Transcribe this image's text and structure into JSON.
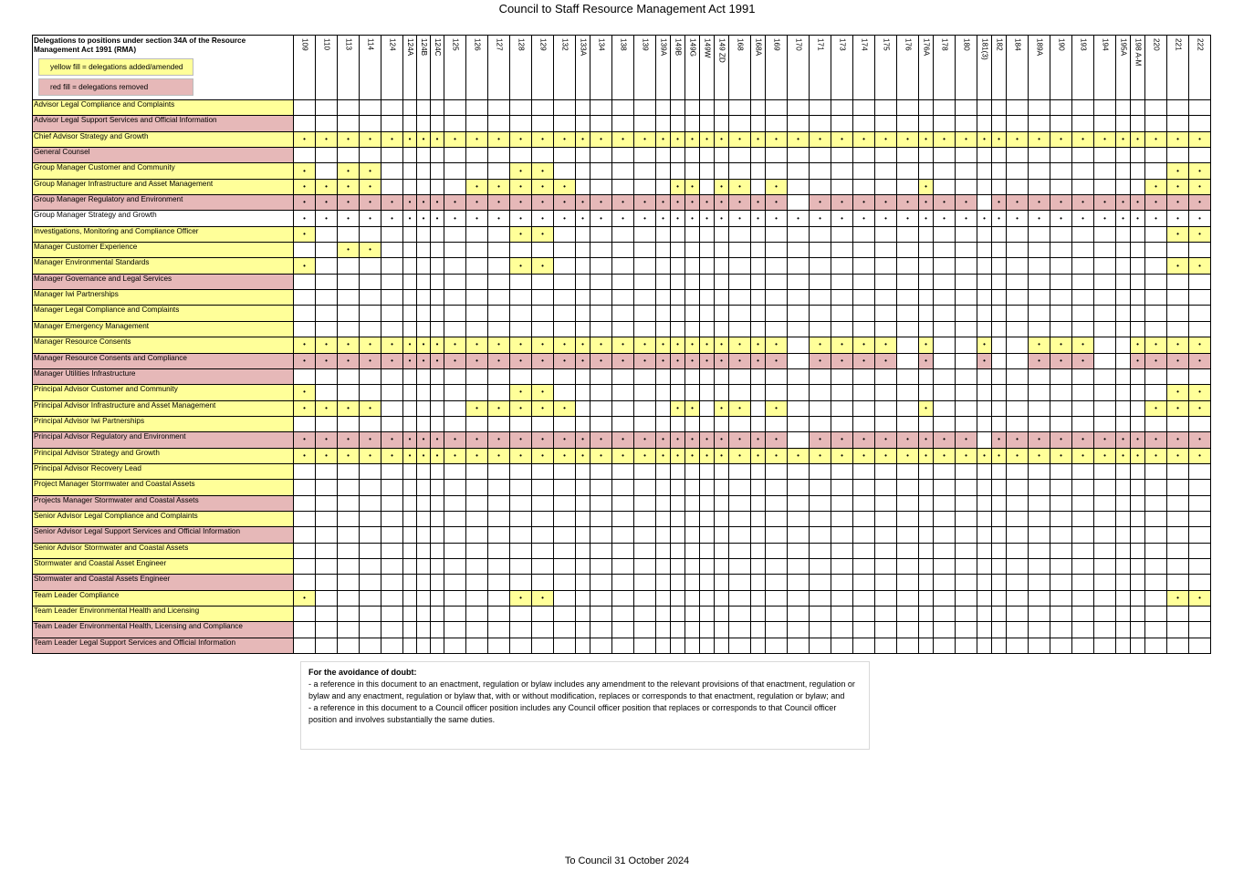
{
  "title": "Council to Staff Resource Management Act 1991",
  "header": {
    "label": "Delegations to positions under section 34A of the Resource Management Act 1991 (RMA)",
    "legend_yellow": "yellow fill = delegations added/amended",
    "legend_red": "red fill = delegations removed"
  },
  "colors": {
    "yellow": "#ffff99",
    "red": "#e6b8b8"
  },
  "columns": [
    "109",
    "110",
    "113",
    "114",
    "124",
    "124A",
    "124B",
    "124C",
    "125",
    "126",
    "127",
    "128",
    "129",
    "132",
    "133A",
    "134",
    "138",
    "139",
    "139A",
    "149B",
    "149G",
    "149W",
    "149 ZD",
    "168",
    "168A",
    "169",
    "170",
    "171",
    "173",
    "174",
    "175",
    "176",
    "176A",
    "178",
    "180",
    "181(3)",
    "182",
    "184",
    "189A",
    "190",
    "193",
    "194",
    "195A",
    "198 A-M",
    "220",
    "221",
    "222"
  ],
  "column_widths": [
    24,
    24,
    24,
    24,
    24,
    15,
    15,
    15,
    24,
    24,
    24,
    24,
    24,
    24,
    16,
    24,
    24,
    24,
    16,
    16,
    16,
    16,
    16,
    24,
    16,
    24,
    24,
    24,
    24,
    24,
    24,
    24,
    16,
    24,
    24,
    16,
    16,
    24,
    24,
    24,
    24,
    24,
    16,
    16,
    24,
    24,
    24
  ],
  "bullet": "•",
  "rows": [
    {
      "label": "Advisor Legal Compliance and Complaints",
      "fill": "yellow",
      "dots": ""
    },
    {
      "label": "Advisor Legal Support Services and Official Information",
      "fill": "red",
      "dots": ""
    },
    {
      "label": "Chief Advisor Strategy and Growth",
      "fill": "yellow",
      "dots": "11111111111111111111111111111111111111111111111"
    },
    {
      "label": "General Counsel",
      "fill": "red",
      "dots": ""
    },
    {
      "label": "Group Manager Customer and Community",
      "fill": "yellow",
      "dots": "10110000000110000000000000000000000000000000011"
    },
    {
      "label": "Group Manager Infrastructure and Asset Management",
      "fill": "yellow",
      "dots": "11110000011111000001101101000000100000000000111"
    },
    {
      "label": "Group Manager Regulatory and Environment",
      "fill": "red",
      "dots": "11111111111111111111111111011111111011111111111"
    },
    {
      "label": "Group Manager Strategy and Growth",
      "fill": "none",
      "dots": "11111111111111111111111111111111111111111111111"
    },
    {
      "label": "Investigations, Monitoring and Compliance Officer",
      "fill": "yellow",
      "dots": "10000000000110000000000000000000000000000000011"
    },
    {
      "label": "Manager Customer  Experience",
      "fill": "yellow",
      "dots": "00110000000000000000000000000000000000000000000"
    },
    {
      "label": "Manager Environmental Standards",
      "fill": "yellow",
      "dots": "10000000000110000000000000000000000000000000011"
    },
    {
      "label": "Manager Governance and Legal Services",
      "fill": "red",
      "dots": ""
    },
    {
      "label": "Manager Iwi Partnerships",
      "fill": "yellow",
      "dots": ""
    },
    {
      "label": "Manager Legal Compliance and Complaints",
      "fill": "yellow",
      "dots": ""
    },
    {
      "label": "Manager Emergency Management",
      "fill": "yellow",
      "dots": ""
    },
    {
      "label": "Manager Resource Consents",
      "fill": "yellow",
      "dots": "11111111111111111111111111011110100100111001111"
    },
    {
      "label": "Manager Resource Consents and Compliance",
      "fill": "red",
      "dots": "11111111111111111111111111011110100100111001111"
    },
    {
      "label": "Manager Utilities Infrastructure",
      "fill": "red",
      "dots": ""
    },
    {
      "label": "Principal Advisor Customer and Community",
      "fill": "yellow",
      "dots": "10000000000110000000000000000000000000000000011"
    },
    {
      "label": "Principal Advisor Infrastructure and Asset Management",
      "fill": "yellow",
      "dots": "11110000011111000001101101000000100000000000111"
    },
    {
      "label": "Principal Advisor Iwi Partnerships",
      "fill": "yellow",
      "dots": ""
    },
    {
      "label": "Principal Advisor Regulatory and Environment",
      "fill": "red",
      "dots": "11111111111111111111111111011111111011111111111"
    },
    {
      "label": "Principal Advisor Strategy and Growth",
      "fill": "yellow",
      "dots": "11111111111111111111111111111111111111111111111"
    },
    {
      "label": "Principal Advisor Recovery Lead",
      "fill": "yellow",
      "dots": ""
    },
    {
      "label": "Project Manager Stormwater and Coastal Assets",
      "fill": "yellow",
      "dots": ""
    },
    {
      "label": "Projects Manager Stormwater and Coastal Assets",
      "fill": "red",
      "dots": ""
    },
    {
      "label": "Senior Advisor Legal Compliance and Complaints",
      "fill": "yellow",
      "dots": ""
    },
    {
      "label": "Senior Advisor Legal Support Services and Official Information",
      "fill": "red",
      "dots": ""
    },
    {
      "label": "Senior Advisor Stormwater and Coastal  Assets",
      "fill": "yellow",
      "dots": ""
    },
    {
      "label": "Stormwater and Coastal Asset Engineer",
      "fill": "yellow",
      "dots": ""
    },
    {
      "label": "Stormwater and Coastal Assets Engineer",
      "fill": "red",
      "dots": ""
    },
    {
      "label": "Team Leader Compliance",
      "fill": "yellow",
      "dots": "10000000000110000000000000000000000000000000011"
    },
    {
      "label": "Team Leader Environmental Health and Licensing",
      "fill": "yellow",
      "dots": ""
    },
    {
      "label": "Team Leader Environmental Health, Licensing and Compliance",
      "fill": "red",
      "dots": ""
    },
    {
      "label": "Team Leader Legal Support Services and Official Information",
      "fill": "red",
      "dots": ""
    }
  ],
  "doubt": {
    "heading": "For the avoidance of doubt:",
    "p1": " - a reference in this document to an enactment, regulation or bylaw includes any amendment to the relevant provisions of that enactment, regulation or bylaw and any enactment, regulation or bylaw that, with or without modification, replaces or corresponds to that enactment, regulation or bylaw; and",
    "p2": " - a reference in this document to a Council officer position includes any Council officer position that replaces or corresponds to that Council officer position and involves substantially the same duties."
  },
  "footer": "To Council 31 October 2024"
}
